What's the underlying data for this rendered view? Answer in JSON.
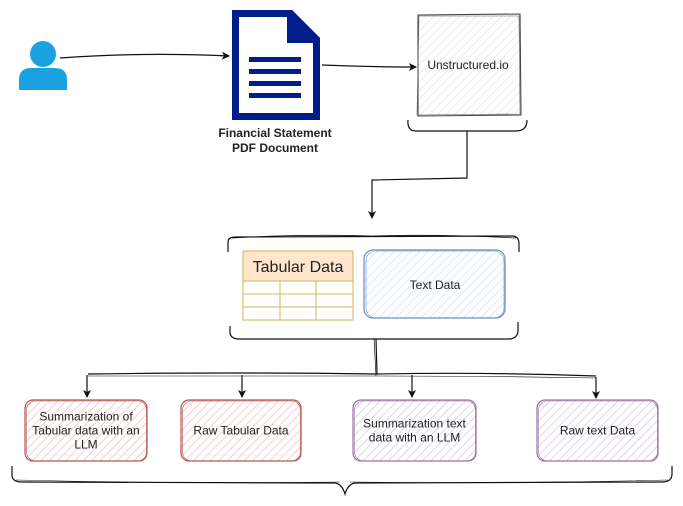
{
  "document": {
    "label_line1": "Financial Statement",
    "label_line2": "PDF Document"
  },
  "unstructured": {
    "label": "Unstructured.io"
  },
  "tabular": {
    "title": "Tabular Data"
  },
  "text_data": {
    "label": "Text Data"
  },
  "outputs": [
    {
      "lines": [
        "Summarization of",
        "Tabular data with an",
        "LLM"
      ],
      "color": "#b85450"
    },
    {
      "lines": [
        "Raw Tabular Data"
      ],
      "color": "#b85450"
    },
    {
      "lines": [
        "Summarization text",
        "data with an LLM"
      ],
      "color": "#9673a6"
    },
    {
      "lines": [
        "Raw text Data"
      ],
      "color": "#9673a6"
    }
  ],
  "colors": {
    "user": "#1ba1e2",
    "document": "#001d8a",
    "tabular_header": "#ffe6cc",
    "tabular_border": "#d6b656",
    "text_data_border": "#6c8ebf",
    "text_data_fill": "#dae8fc",
    "red_fill": "#f8cecc",
    "purple_fill": "#e1d5e7"
  }
}
